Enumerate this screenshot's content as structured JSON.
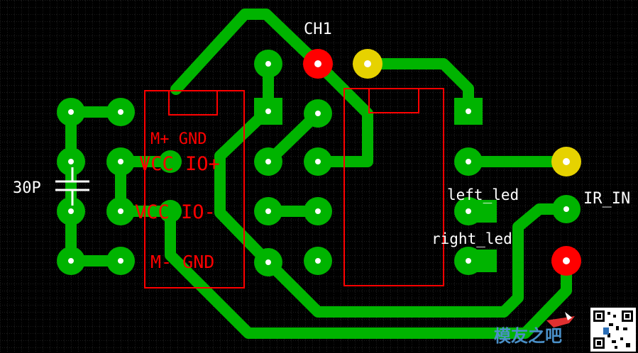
{
  "labels": {
    "ch1": "CH1",
    "cap": "30P",
    "left_led": "left_led",
    "right_led": "right_led",
    "ir_in": "IR_IN",
    "m_plus_gnd": "M+ GND",
    "vcc_io_plus": "VCC IO+",
    "vcc_io_minus": "VCC IO-",
    "m_minus_gnd": "M- GND",
    "watermark": "模友之吧"
  },
  "colors": {
    "background": "#000000",
    "grid": "#3a3a3a",
    "trace": "#00b400",
    "silkscreen": "#ff0000",
    "pad_red": "#ff0000",
    "pad_yellow": "#e6d200",
    "label_white": "#ffffff"
  }
}
